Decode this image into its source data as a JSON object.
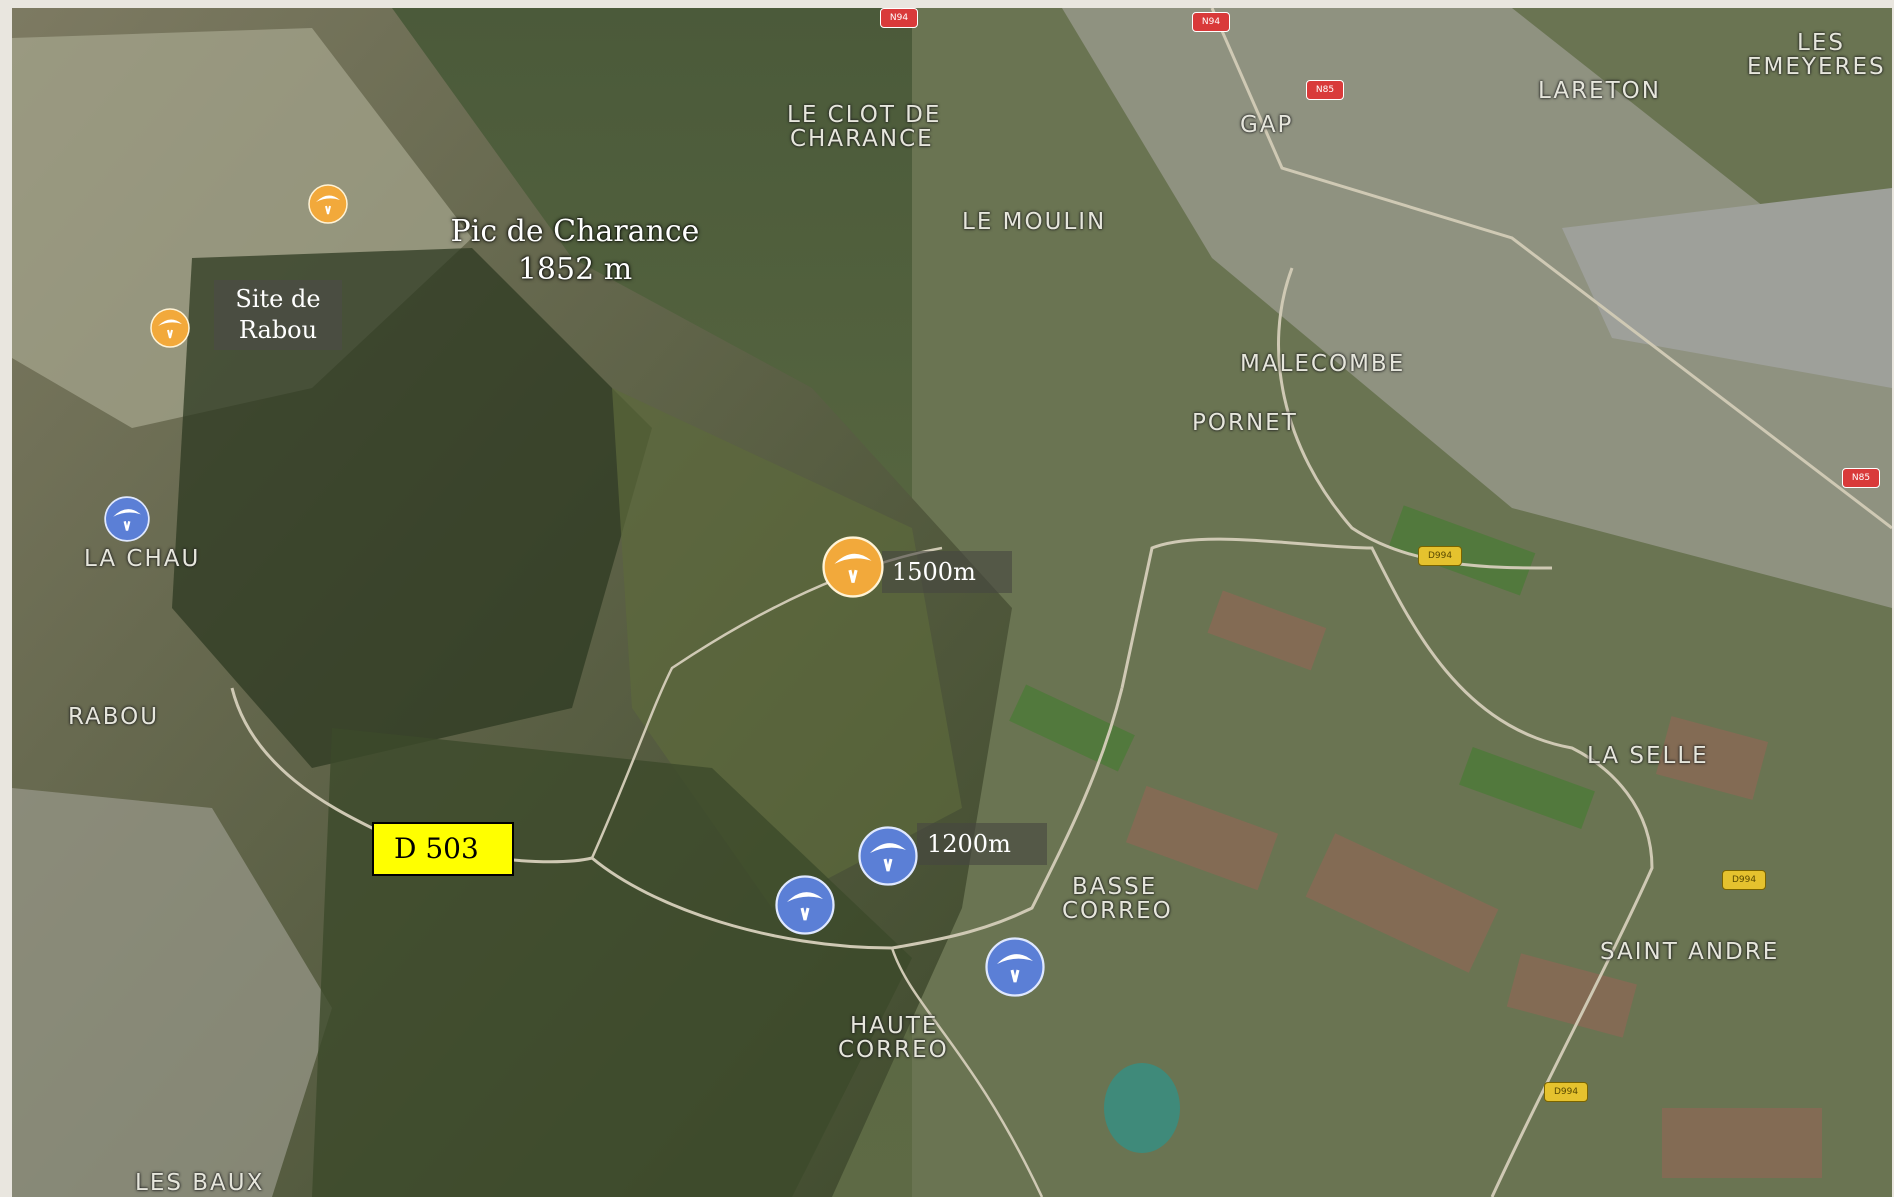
{
  "peak": {
    "name": "Pic de Charance",
    "altitude": "1852 m"
  },
  "site_label": {
    "line1": "Site de",
    "line2": "Rabou"
  },
  "road_label": "D 503",
  "altitude_labels": {
    "upper": "1500m",
    "lower": "1200m"
  },
  "place_names": {
    "clot_1": "Le Clot De",
    "clot_2": "Charance",
    "moulin": "Le Moulin",
    "gap": "Gap",
    "lareton": "Lareton",
    "emeyeres_1": "Les",
    "emeyeres_2": "Emeyeres",
    "malecombe": "Malecombe",
    "pornet": "Pornet",
    "la_chau": "La Chau",
    "rabou": "Rabou",
    "la_selle": "La Selle",
    "basse_1": "Basse",
    "basse_2": "Correo",
    "haute_1": "Haute",
    "haute_2": "Correo",
    "saint_andre": "Saint Andre",
    "les_baux": "Les Baux"
  },
  "route_shields": {
    "n94_1": "N94",
    "n94_2": "N94",
    "n85": "N85",
    "n85_2": "N85",
    "d994_1": "D994",
    "d994_2": "D994",
    "d994_3": "D994"
  },
  "icons": {
    "takeoff": "orange-paraglider-icon",
    "landing": "blue-paraglider-icon"
  },
  "colors": {
    "takeoff": "#f2a93b",
    "landing": "#5b7fd6",
    "road_box": "#ffff00"
  }
}
